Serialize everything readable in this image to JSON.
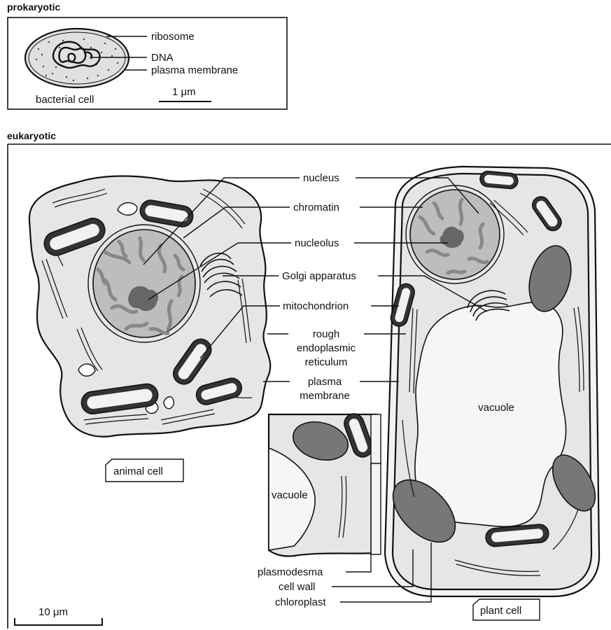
{
  "headings": {
    "prokaryotic": "prokaryotic",
    "eukaryotic": "eukaryotic"
  },
  "prokaryote": {
    "labels": {
      "ribosome": "ribosome",
      "dna": "DNA",
      "plasma_membrane": "plasma membrane"
    },
    "caption": "bacterial cell",
    "scale": "1 μm"
  },
  "eukaryote": {
    "labels": {
      "nucleus": "nucleus",
      "chromatin": "chromatin",
      "nucleolus": "nucleolus",
      "golgi": "Golgi apparatus",
      "mitochondrion": "mitochondrion",
      "rough_er_1": "rough",
      "rough_er_2": "endoplasmic",
      "rough_er_3": "reticulum",
      "plasma_membrane_1": "plasma",
      "plasma_membrane_2": "membrane",
      "plasmodesma": "plasmodesma",
      "cell_wall": "cell wall",
      "chloroplast": "chloroplast",
      "vacuole_large": "vacuole",
      "vacuole_small": "vacuole"
    },
    "captions": {
      "animal": "animal cell",
      "plant": "plant cell"
    },
    "scale": "10 μm"
  }
}
